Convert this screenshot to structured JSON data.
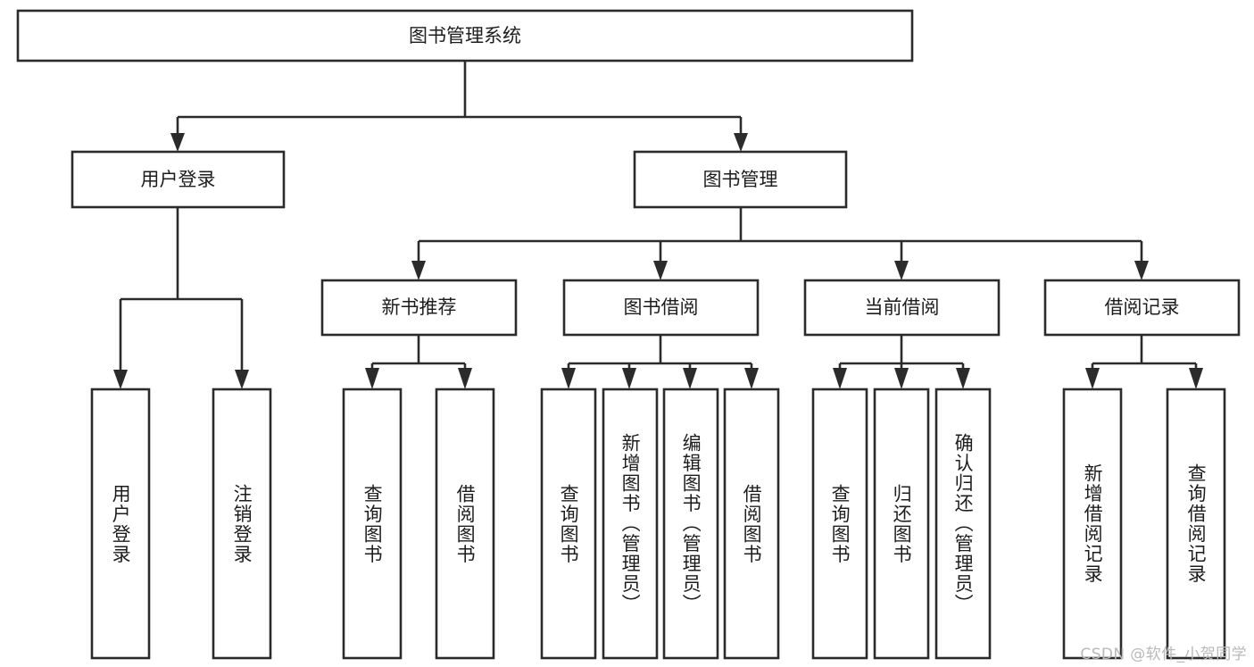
{
  "diagram": {
    "type": "tree-hierarchy",
    "title": "图书管理系统",
    "orientation": "top-down",
    "colors": {
      "box_stroke": "#2b2b2b",
      "box_fill": "#ffffff",
      "connector": "#2b2b2b",
      "text": "#1d1d1d",
      "watermark": "#b9b9b9",
      "background": "#ffffff"
    },
    "root": {
      "id": "root",
      "label": "图书管理系统"
    },
    "level2": [
      {
        "id": "user-login",
        "label": "用户登录"
      },
      {
        "id": "book-manage",
        "label": "图书管理"
      }
    ],
    "level3": [
      {
        "id": "new-book-recommend",
        "label": "新书推荐",
        "parent": "book-manage"
      },
      {
        "id": "book-borrow",
        "label": "图书借阅",
        "parent": "book-manage"
      },
      {
        "id": "current-borrow",
        "label": "当前借阅",
        "parent": "book-manage"
      },
      {
        "id": "borrow-record",
        "label": "借阅记录",
        "parent": "book-manage"
      }
    ],
    "leaves": {
      "user-login": [
        {
          "id": "leaf-user-login",
          "label": "用户登录"
        },
        {
          "id": "leaf-logout",
          "label": "注销登录"
        }
      ],
      "new-book-recommend": [
        {
          "id": "leaf-query-book-1",
          "label": "查询图书"
        },
        {
          "id": "leaf-borrow-book-1",
          "label": "借阅图书"
        }
      ],
      "book-borrow": [
        {
          "id": "leaf-query-book-2",
          "label": "查询图书"
        },
        {
          "id": "leaf-add-book",
          "label": "新增图书（管理员）"
        },
        {
          "id": "leaf-edit-book",
          "label": "编辑图书（管理员）"
        },
        {
          "id": "leaf-borrow-book-2",
          "label": "借阅图书"
        }
      ],
      "current-borrow": [
        {
          "id": "leaf-query-book-3",
          "label": "查询图书"
        },
        {
          "id": "leaf-return-book",
          "label": "归还图书"
        },
        {
          "id": "leaf-confirm-return",
          "label": "确认归还（管理员）"
        }
      ],
      "borrow-record": [
        {
          "id": "leaf-add-record",
          "label": "新增借阅记录"
        },
        {
          "id": "leaf-query-record",
          "label": "查询借阅记录"
        }
      ]
    }
  },
  "watermark": {
    "text": "CSDN @软件_小贺同学"
  }
}
